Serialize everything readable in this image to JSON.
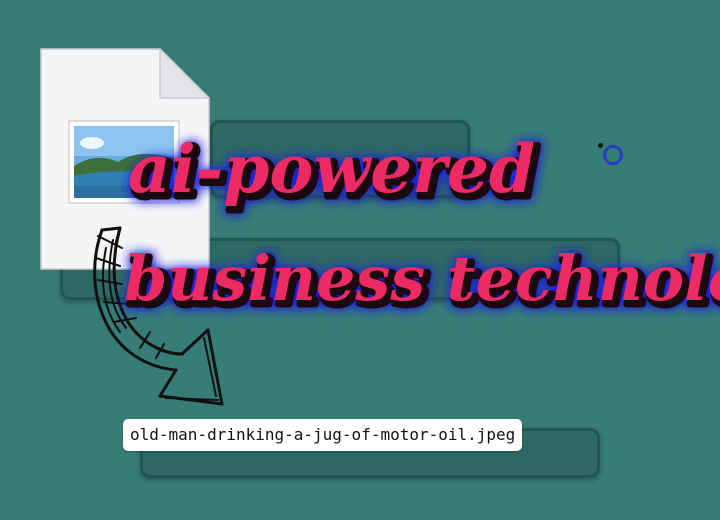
{
  "headline": {
    "line1": "ai-powered",
    "line2": "business technology"
  },
  "file": {
    "name": "old-man-drinking-a-jug-of-motor-oil.jpeg",
    "icon": "image-file-icon"
  },
  "decorations": {
    "arrow_icon": "hand-drawn-arrow-icon",
    "text_color": "#ec2a64",
    "text_outline_color": "#1a0a10",
    "glow_color": "#1f1fe0",
    "background_color": "#377c77"
  }
}
